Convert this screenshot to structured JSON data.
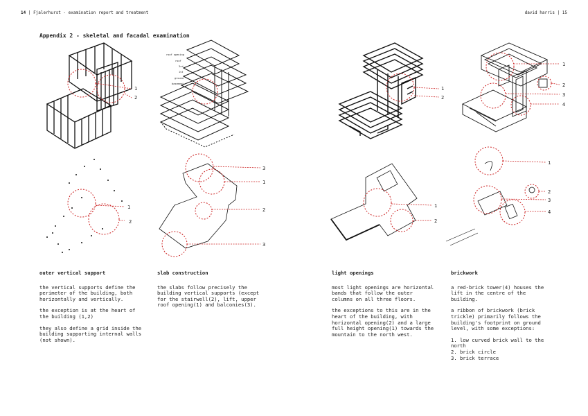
{
  "header": {
    "left_number": "14",
    "left_title": "| Fjalerhurst - examination report and treatment",
    "right_text": "david harris | 15"
  },
  "title": "Appendix 2 - skeletal and facadal examination",
  "diagram_labels": {
    "n1": "1",
    "n2": "2",
    "n3": "3",
    "n4": "4",
    "legend": [
      "roof opening",
      "roof",
      "3rd",
      "1st",
      "ground",
      "basement"
    ]
  },
  "columns": [
    {
      "heading": "outer vertical support",
      "paragraphs": [
        "the vertical supports define the perimeter of the building, both horizontally and vertically.",
        "the exception is at the heart of the building (1,2)",
        "they also define a grid inside the building supporting internal walls (not shown)."
      ]
    },
    {
      "heading": "slab construction",
      "paragraphs": [
        "the slabs follow precisely the building vertical supports (except for the stairwell(2), lift, upper roof opening(1) and balconies(3)."
      ]
    },
    {
      "heading": "light openings",
      "paragraphs": [
        "most light openings are horizontal bands that follow the outer columns on all three floors.",
        "the exceptions to this are in the heart of the building, with horizontal opening(2) and a large full height opening(1) towards the mountain to the north west."
      ]
    },
    {
      "heading": "brickwork",
      "paragraphs": [
        "a red-brick tower(4) houses the lift in the centre of the building.",
        "a ribbon of brickwork (brick trickle) primarily follows the building's footprint on ground level, with some exceptions:"
      ],
      "list": [
        "1. low curved brick wall to the north",
        "2. brick circle",
        "3. brick terrace"
      ]
    }
  ]
}
